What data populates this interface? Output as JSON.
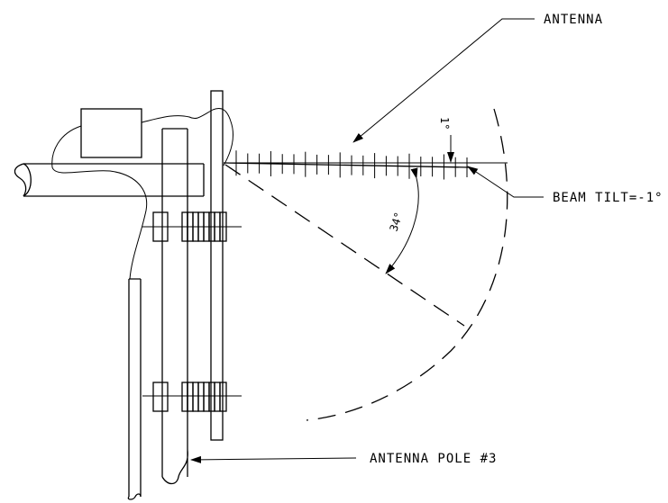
{
  "labels": {
    "antenna": "ANTENNA",
    "beam_tilt": "BEAM TILT=-1°",
    "antenna_pole": "ANTENNA POLE #3"
  },
  "angles": {
    "tilt": "1°",
    "sector": "34°"
  },
  "antenna": {
    "element_count": 21
  }
}
